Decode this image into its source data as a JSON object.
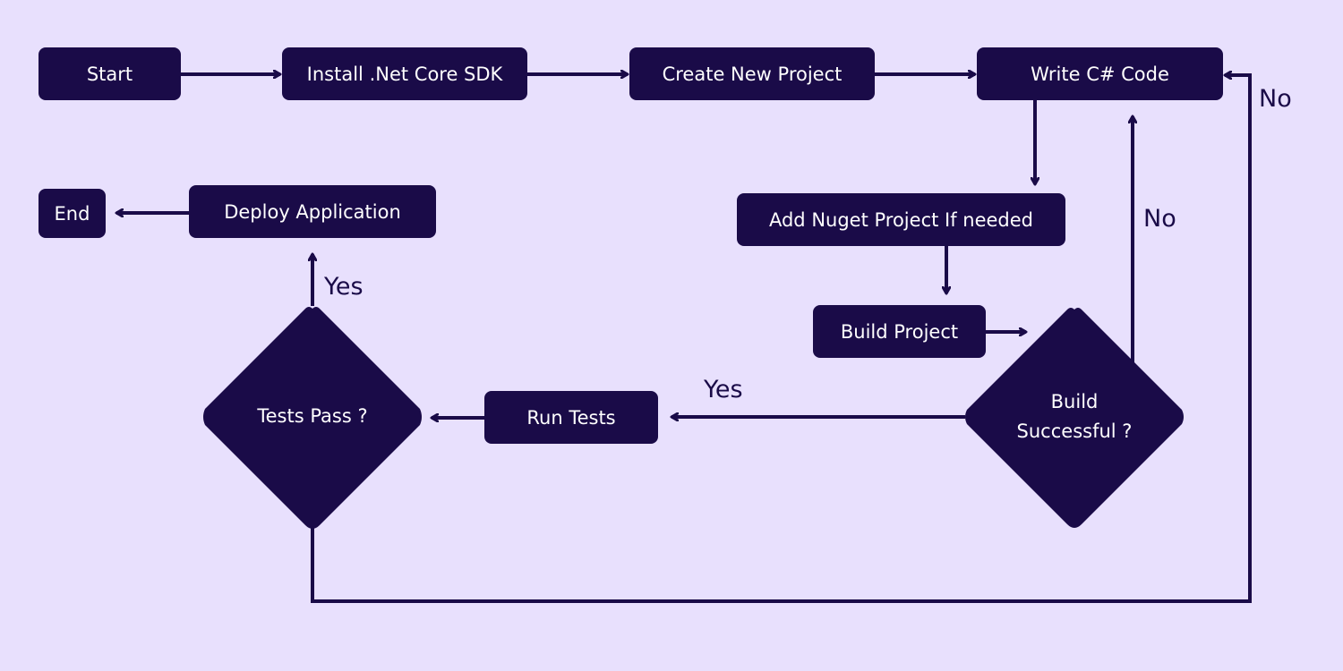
{
  "nodes": {
    "start": "Start",
    "install_sdk": "Install .Net Core SDK",
    "create_project": "Create New Project",
    "write_code": "Write C# Code",
    "add_nuget": "Add Nuget Project If needed",
    "build_project": "Build Project",
    "build_successful_line1": "Build",
    "build_successful_line2": "Successful ?",
    "run_tests": "Run Tests",
    "tests_pass": "Tests Pass ?",
    "deploy": "Deploy Application",
    "end": "End"
  },
  "edge_labels": {
    "build_yes": "Yes",
    "build_no": "No",
    "tests_yes": "Yes",
    "tests_no": "No"
  },
  "colors": {
    "background": "#e8e0fd",
    "node_fill": "#1a0b48",
    "node_text": "#ffffff",
    "connector": "#1a0b48"
  }
}
